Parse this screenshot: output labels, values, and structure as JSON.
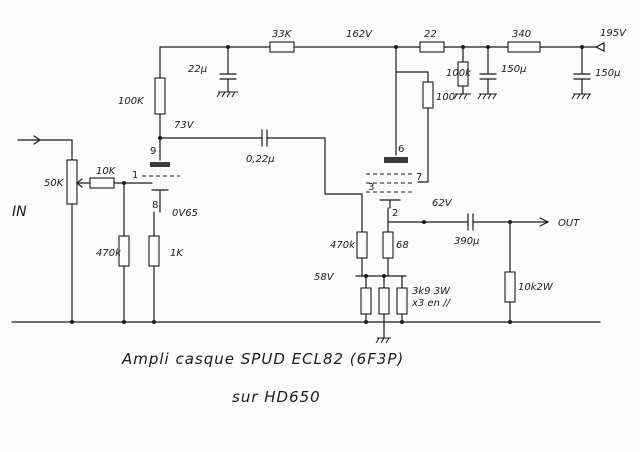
{
  "labels": {
    "r_33k": "33K",
    "v_162": "162V",
    "r_22": "22",
    "r_340": "340",
    "v_195": "195V",
    "c_22u": "22µ",
    "c_150u_a": "150µ",
    "c_150u_b": "150µ",
    "r_100k_side": "100k",
    "r_100k_anode": "100K",
    "v_73": "73V",
    "c_022u": "0,22µ",
    "r_100": "100",
    "pin_9": "9",
    "pin_6": "6",
    "pin_3": "3",
    "pin_7": "7",
    "pin_2": "2",
    "pin_1": "1",
    "pin_8": "8",
    "pot_50k": "50K",
    "r_10k": "10K",
    "v_0v65": "0V65",
    "in": "IN",
    "r_470k_left": "470k",
    "r_1k": "1K",
    "r_470k_right": "470k",
    "r_68": "68",
    "v_62": "62V",
    "c_390u": "390µ",
    "out": "OUT",
    "v_58": "58V",
    "r_3k9": "3k9 3W",
    "r_3k9_note": "x3 en //",
    "r_10k2w": "10k2W",
    "title": "Ampli casque   SPUD  ECL82  (6F3P)",
    "subtitle": "sur   HD650"
  }
}
